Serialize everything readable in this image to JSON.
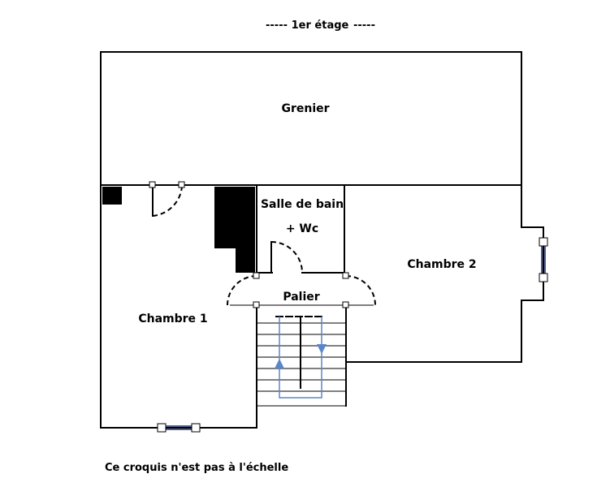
{
  "floor_title": "1er étage",
  "title_dashes": "-----",
  "rooms": {
    "grenier": "Grenier",
    "salle_de_bain_line1": "Salle de bain",
    "salle_de_bain_line2": "+ Wc",
    "chambre_1": "Chambre 1",
    "chambre_2": "Chambre 2",
    "palier": "Palier"
  },
  "footnote": "Ce croquis n'est pas à l'échelle",
  "colors": {
    "wall": "#000000",
    "window": "#1a2a6c",
    "stair_arrow": "#5b86c9"
  }
}
